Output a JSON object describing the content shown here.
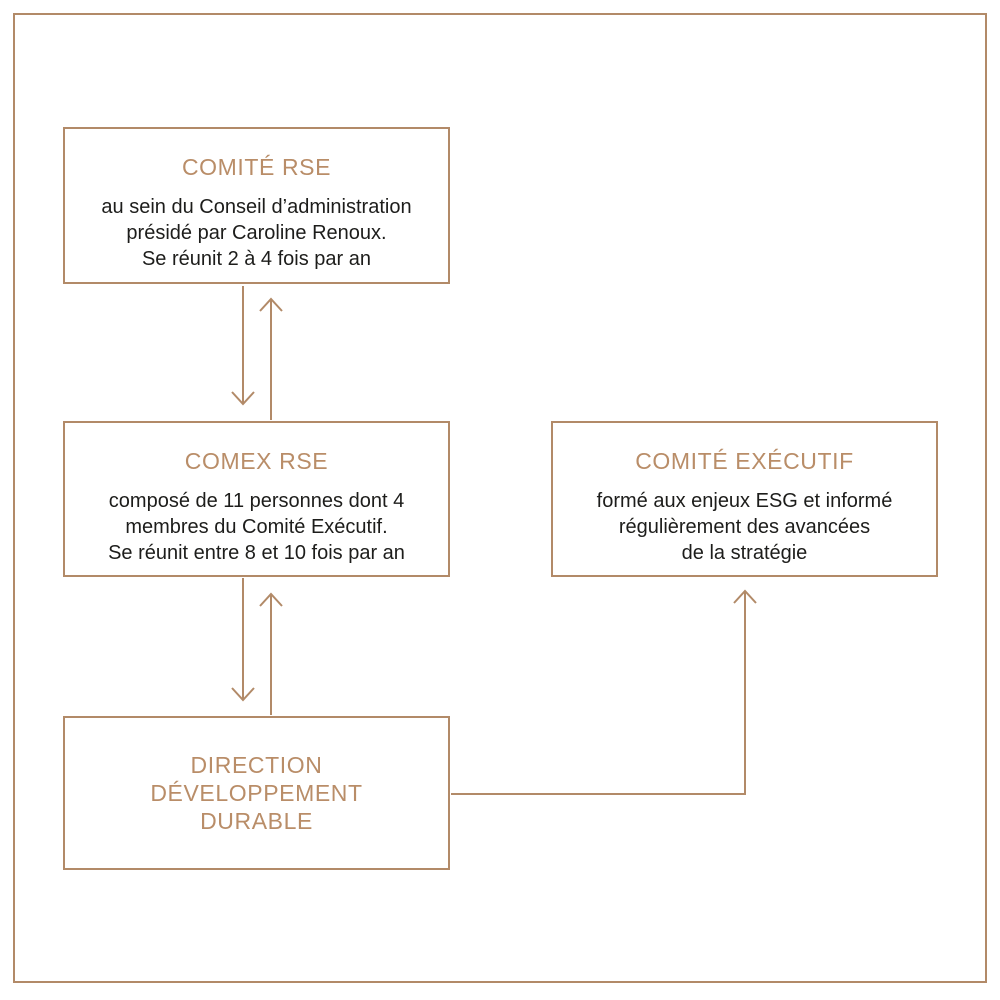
{
  "colors": {
    "accent": "#b28a68",
    "title_text": "#b98d68",
    "body_text": "#1d1d1b",
    "background": "#ffffff"
  },
  "diagram": {
    "boxes": [
      {
        "id": "comite-rse",
        "title": "COMITÉ RSE",
        "body": "au sein du Conseil d’administration\nprésidé par Caroline Renoux.\nSe réunit 2 à 4 fois par an"
      },
      {
        "id": "comex-rse",
        "title": "COMEX RSE",
        "body": "composé de 11 personnes dont 4\nmembres du Comité Exécutif.\nSe réunit entre 8 et 10 fois par an"
      },
      {
        "id": "comite-executif",
        "title": "COMITÉ EXÉCUTIF",
        "body": "formé aux enjeux ESG et informé\nrégulièrement des avancées\nde la stratégie"
      },
      {
        "id": "direction-developpement-durable",
        "title": "DIRECTION\nDÉVELOPPEMENT\nDURABLE",
        "body": ""
      }
    ],
    "connectors": [
      {
        "from": "comite-rse",
        "to": "comex-rse",
        "direction": "down"
      },
      {
        "from": "comex-rse",
        "to": "comite-rse",
        "direction": "up"
      },
      {
        "from": "comex-rse",
        "to": "direction-developpement-durable",
        "direction": "down"
      },
      {
        "from": "direction-developpement-durable",
        "to": "comex-rse",
        "direction": "up"
      },
      {
        "from": "direction-developpement-durable",
        "to": "comite-executif",
        "direction": "elbow-right-up"
      }
    ]
  }
}
